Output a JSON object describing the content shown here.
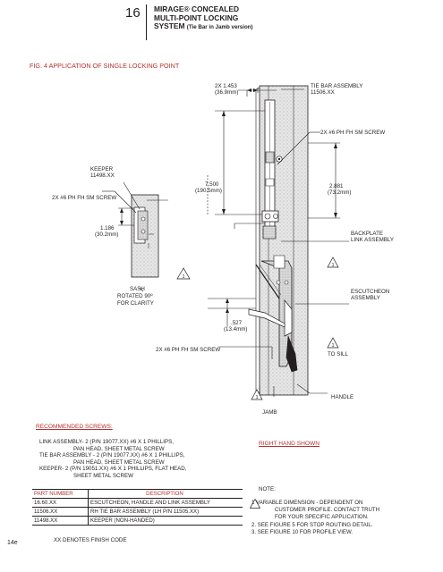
{
  "header": {
    "page_number": "16",
    "title_line1": "MIRAGE® CONCEALED",
    "title_line2": "MULTI-POINT LOCKING",
    "title_line3": "SYSTEM",
    "title_sub": "(Tie Bar in Jamb version)"
  },
  "figure": {
    "title": "FIG. 4  APPLICATION OF SINGLE LOCKING POINT",
    "labels": {
      "keeper": [
        "KEEPER",
        "11498.XX"
      ],
      "screw_keeper": "2X #6 PH FH SM SCREW",
      "dim_1186": [
        "1.186",
        "(30.2mm)"
      ],
      "dim_1453": [
        "2X 1.453",
        "(36.9mm)"
      ],
      "tie_bar": [
        "TIE BAR ASSEMBLY",
        "11506.XX"
      ],
      "screw_tie": "2X #6 PH FH SM SCREW",
      "dim_7500": [
        "7.500",
        "(190.5mm)"
      ],
      "dim_2881": [
        "2.881",
        "(73.2mm)"
      ],
      "backplate": [
        "BACKPLATE",
        "LINK ASSEMBLY"
      ],
      "sash": [
        "SASH",
        "ROTATED 90º",
        "FOR CLARITY"
      ],
      "escutcheon": [
        "ESCUTCHEON",
        "ASSEMBLY"
      ],
      "dim_527": [
        ".527",
        "(13.4mm)"
      ],
      "screw_bottom": "2X #6 PH FH SM SCREW",
      "to_sill": "TO SILL",
      "handle": "HANDLE",
      "jamb": "JAMB",
      "note_symbol": "1"
    }
  },
  "recommended": {
    "heading": "RECOMMENDED SCREWS:",
    "lines": [
      "LINK ASSEMBLY- 2 (P/N 19077.XX) #6 X 1 PHILLIPS,",
      "PAN HEAD, SHEET METAL SCREW",
      "TIE BAR ASSEMBLY - 2 (P/N 19077.XX)  #6 X 1 PHILLIPS,",
      "PAN HEAD, SHEET METAL SCREW",
      "KEEPER- 2 (P/N 19051.XX) #6 X 1 PHILLIPS, FLAT HEAD,",
      "SHEET METAL SCREW"
    ]
  },
  "parts_table": {
    "headers": [
      "PART NUMBER",
      "DESCRIPTION"
    ],
    "rows": [
      [
        "16.60.XX",
        "ESCUTCHEON, HANDLE AND LINK ASSEMBLY"
      ],
      [
        "11506.XX",
        "RH TIE BAR ASSEMBLY (LH P/N 11505.XX)"
      ],
      [
        "11498.XX",
        "KEEPER (NON-HANDED)"
      ]
    ],
    "footnote": "XX DENOTES FINISH CODE"
  },
  "right_hand": "RIGHT HAND SHOWN",
  "notes": {
    "heading": "NOTE:",
    "items": [
      "1    VARIABLE DIMENSION - DEPENDENT ON",
      "CUSTOMER PROFILE. CONTACT TRUTH",
      "FOR YOUR SPECIFIC APPLICATION.",
      "2. SEE FIGURE 5 FOR STOP ROUTING DETAIL.",
      "3. SEE FIGURE 10 FOR PROFILE VIEW."
    ]
  },
  "page_code": "14e"
}
